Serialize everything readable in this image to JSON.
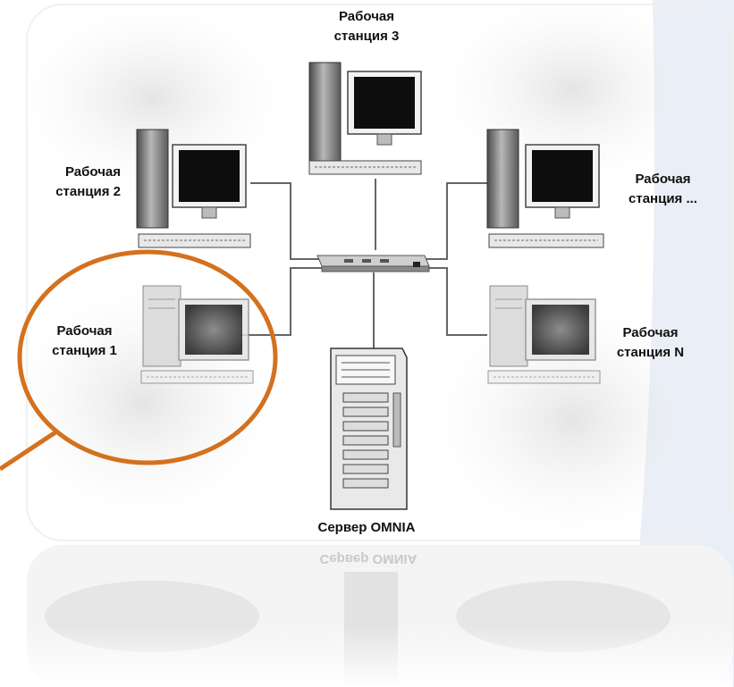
{
  "nodes": {
    "ws3": {
      "line1": "Рабочая",
      "line2": "станция 3"
    },
    "ws2": {
      "line1": "Рабочая",
      "line2": "станция 2"
    },
    "wsdots": {
      "line1": "Рабочая",
      "line2": "станция ..."
    },
    "ws1": {
      "line1": "Рабочая",
      "line2": "станция 1"
    },
    "wsn": {
      "line1": "Рабочая",
      "line2": "станция N"
    },
    "server": {
      "label": "Сервер OMNIA"
    }
  },
  "reflection": {
    "label": "Сервер OMNIA"
  },
  "colors": {
    "highlight": "#d4711e",
    "accent_stripe": "#e8eef8",
    "line": "#666666"
  },
  "highlighted_node": "ws1"
}
